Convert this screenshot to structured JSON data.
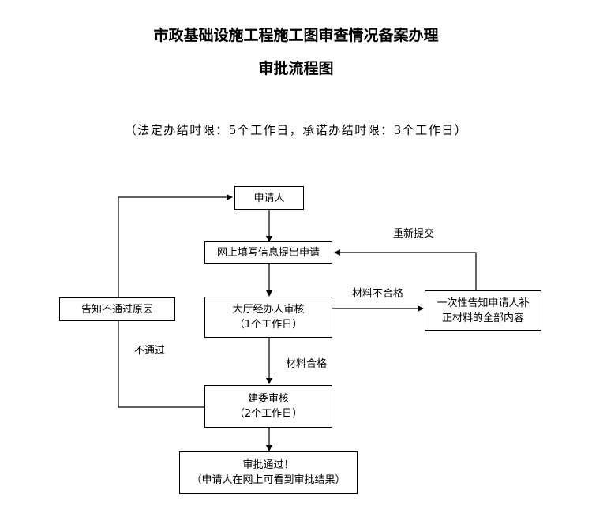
{
  "title": {
    "line1": "市政基础设施工程施工图审查情况备案办理",
    "line2": "审批流程图"
  },
  "subtitle": "（法定办结时限：5个工作日，承诺办结时限：3个工作日）",
  "nodes": {
    "applicant": "申请人",
    "online_submit": "网上填写信息提出申请",
    "hall_review": {
      "line1": "大厅经办人审核",
      "line2": "（1个工作日）"
    },
    "one_time_notice": {
      "line1": "一次性告知申请人补",
      "line2": "正材料的全部内容"
    },
    "notify_reject": "告知不通过原因",
    "committee_review": {
      "line1": "建委审核",
      "line2": "（2个工作日）"
    },
    "approved": {
      "line1": "审批通过！",
      "line2": "（申请人在网上可看到审批结果）"
    }
  },
  "edge_labels": {
    "resubmit": "重新提交",
    "materials_fail": "材料不合格",
    "materials_pass": "材料合格",
    "not_passed": "不通过"
  }
}
